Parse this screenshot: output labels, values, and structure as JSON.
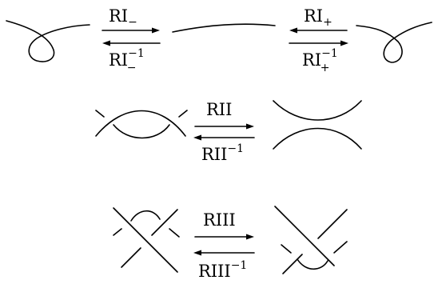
{
  "moves": {
    "r1_minus": {
      "forward": {
        "base": "RI",
        "sub": "−",
        "sup": ""
      },
      "backward": {
        "base": "RI",
        "sub": "−",
        "sup": "−1"
      }
    },
    "r1_plus": {
      "forward": {
        "base": "RI",
        "sub": "+",
        "sup": ""
      },
      "backward": {
        "base": "RI",
        "sub": "+",
        "sup": "−1"
      }
    },
    "r2": {
      "forward": {
        "base": "RII",
        "sup": ""
      },
      "backward": {
        "base": "RII",
        "sup": "−1"
      }
    },
    "r3": {
      "forward": {
        "base": "RIII",
        "sup": ""
      },
      "backward": {
        "base": "RIII",
        "sup": "−1"
      }
    }
  }
}
